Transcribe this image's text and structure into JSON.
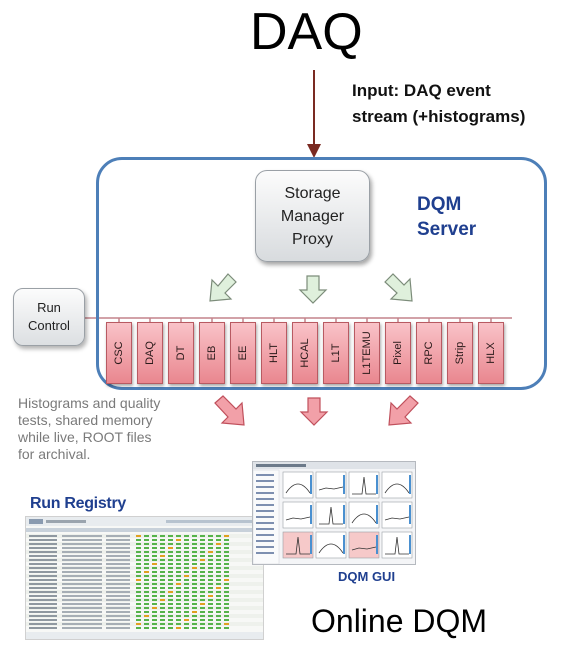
{
  "title": "DAQ",
  "input_label": [
    "Input: DAQ event",
    "stream (+histograms)"
  ],
  "storage_manager_proxy": [
    "Storage",
    "Manager",
    "Proxy"
  ],
  "dqm_server": [
    "DQM",
    "Server"
  ],
  "run_control": [
    "Run",
    "Control"
  ],
  "modules": [
    "CSC",
    "DAQ",
    "DT",
    "EB",
    "EE",
    "HLT",
    "HCAL",
    "L1T",
    "L1TEMU",
    "Pixel",
    "RPC",
    "Strip",
    "HLX"
  ],
  "description": [
    "Histograms and quality",
    "tests, shared memory",
    "while live, ROOT files",
    "for archival."
  ],
  "run_registry_title": "Run Registry",
  "dqm_gui_label": "DQM GUI",
  "footer_title": "Online DQM",
  "colors": {
    "server_border": "#4d7fb8",
    "label_blue": "#1f3f8f",
    "module_fill": "#f2a6ad",
    "arrow_down_brown": "#7a2a22",
    "arrow_green": "#dff0dc",
    "arrow_pink": "#f2a0a8"
  }
}
